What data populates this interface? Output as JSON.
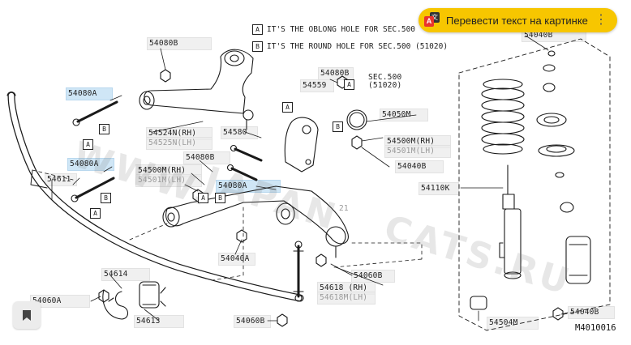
{
  "notes": [
    {
      "key": "A",
      "text": "IT'S THE OBLONG HOLE FOR SEC.500"
    },
    {
      "key": "B",
      "text": "IT'S THE ROUND HOLE FOR SEC.500 (51020)"
    }
  ],
  "parts": {
    "p54080b_top": "54080B",
    "p54080a_1": "54080A",
    "p54080a_2": "54080A",
    "p54080a_3": "54080A",
    "p54080b_mid": "54080B",
    "p54080b_r": "54080B",
    "p54559": "54559",
    "sec500": "SEC.500",
    "sec500_sub": "(51020)",
    "p54524n": "54524N(RH)",
    "p54525n": "54525N(LH)",
    "p54580": "54580",
    "p54050m": "54050M",
    "p54500m_r": "54500M(RH)",
    "p54501m_r": "54501M(LH)",
    "p54500m_l": "54500M(RH)",
    "p54501m_l": "54501M(LH)",
    "p54040b_1": "54040B",
    "p54040b_top": "54040B",
    "p54040b_bot": "54040B",
    "p54110k": "54110K",
    "p54611": "54611",
    "p54614": "54614",
    "p54060a": "54060A",
    "p54613": "54613",
    "p54040a": "54040A",
    "p54060b_1": "54060B",
    "p54060b_2": "54060B",
    "p54618": "54618 (RH)",
    "p54618m": "54618M(LH)",
    "p54504m": "54504M",
    "key_a": "A",
    "key_b": "B"
  },
  "diagram_code": "M4010016",
  "watermark": {
    "line1": "WWW.",
    "line2": "JAPAN",
    "line3": "CATS.RU",
    "sub": "21"
  },
  "translate_button": {
    "label": "Перевести текст на картинке",
    "menu_glyph": "⋮",
    "icon_a": "A",
    "icon_b": "文"
  },
  "bookmark_icon": "bookmark-icon",
  "colors": {
    "translate_bg": "#f7c600",
    "highlight": "#cfe6f6",
    "line": "#1a1a1a"
  }
}
